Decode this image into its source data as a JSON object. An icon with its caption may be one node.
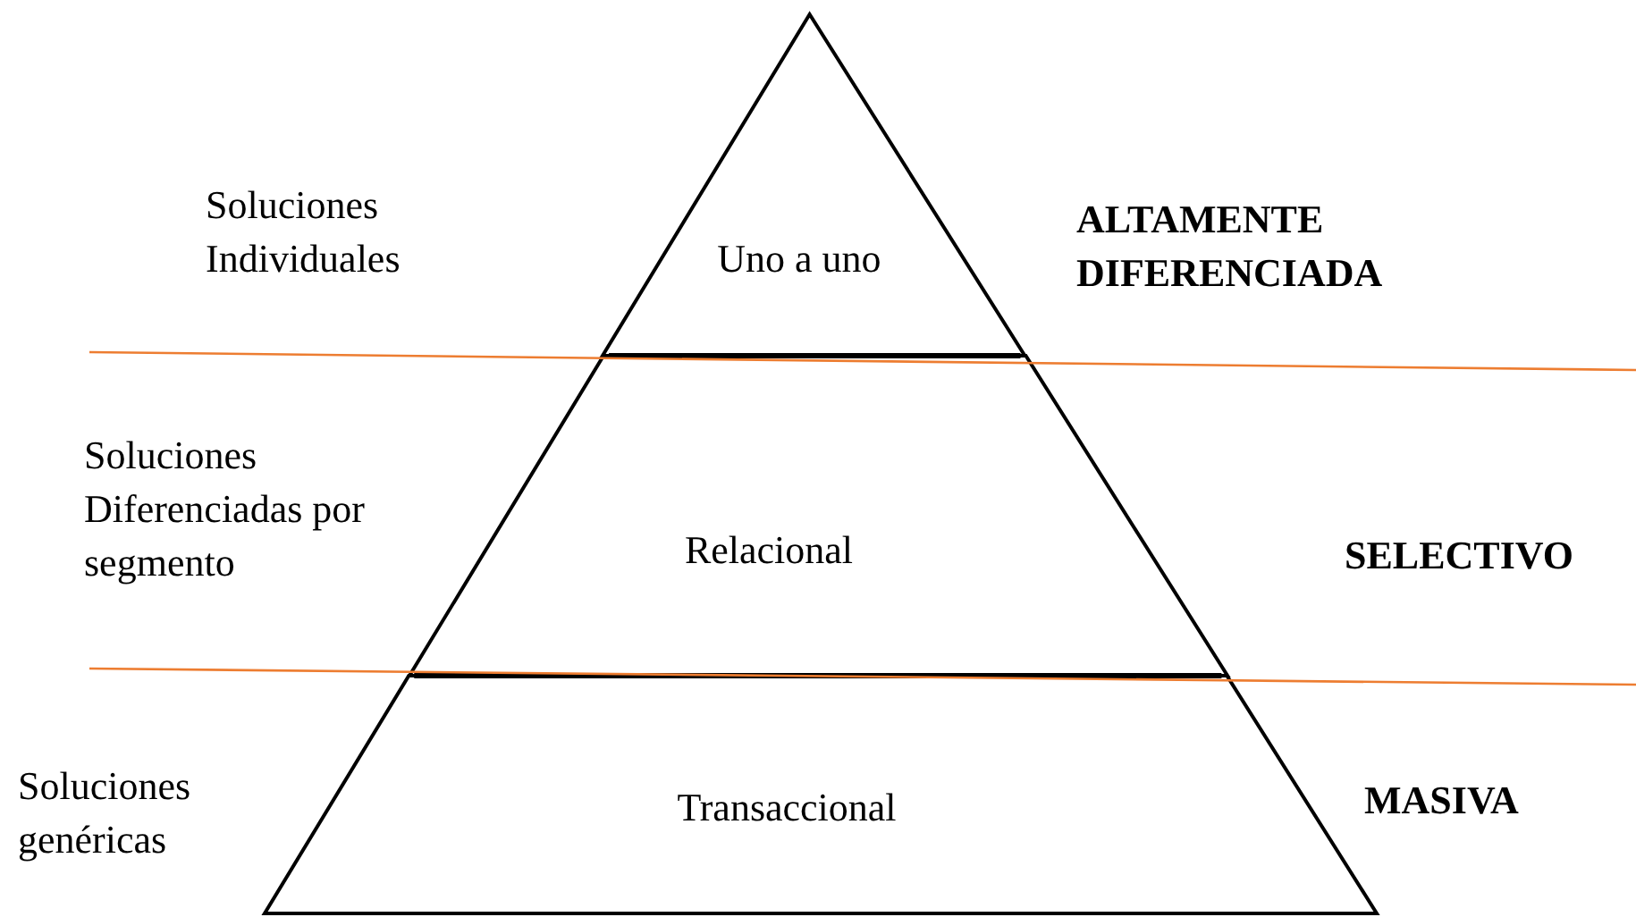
{
  "diagram": {
    "nodes": [
      {
        "text": [
          "Uno a uno"
        ]
      },
      {
        "text": [
          "Relacional"
        ]
      },
      {
        "text": [
          "Transaccional"
        ]
      }
    ],
    "labels": [
      "Soluciones Individuales",
      "ALTAMENTE DIFERENCIADA",
      "Soluciones Diferenciadas por segmento",
      "SELECTIVO",
      "Soluciones genéricas",
      "MASIVA"
    ]
  }
}
